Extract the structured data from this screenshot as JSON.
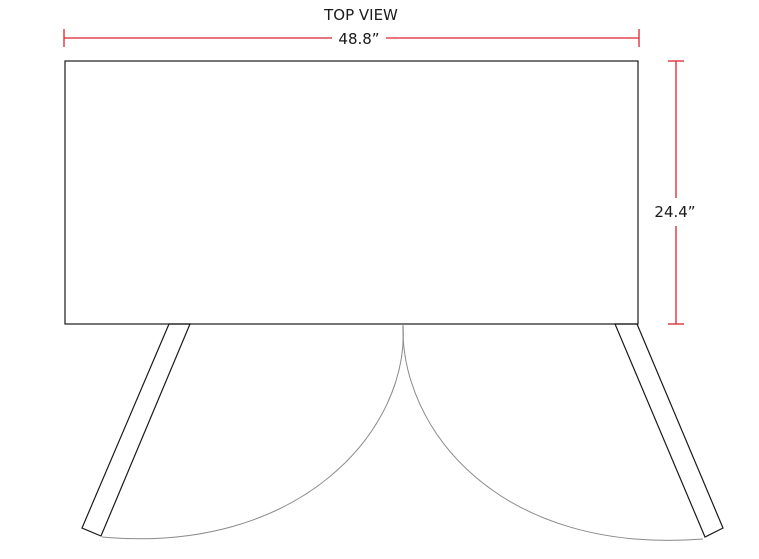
{
  "title": "TOP VIEW",
  "dimensions": {
    "width_label": "48.8”",
    "depth_label": "24.4”"
  },
  "colors": {
    "dimension_line": "#d9252f",
    "outline": "#1a1a1a",
    "swing_arc": "#8a8a8a"
  }
}
